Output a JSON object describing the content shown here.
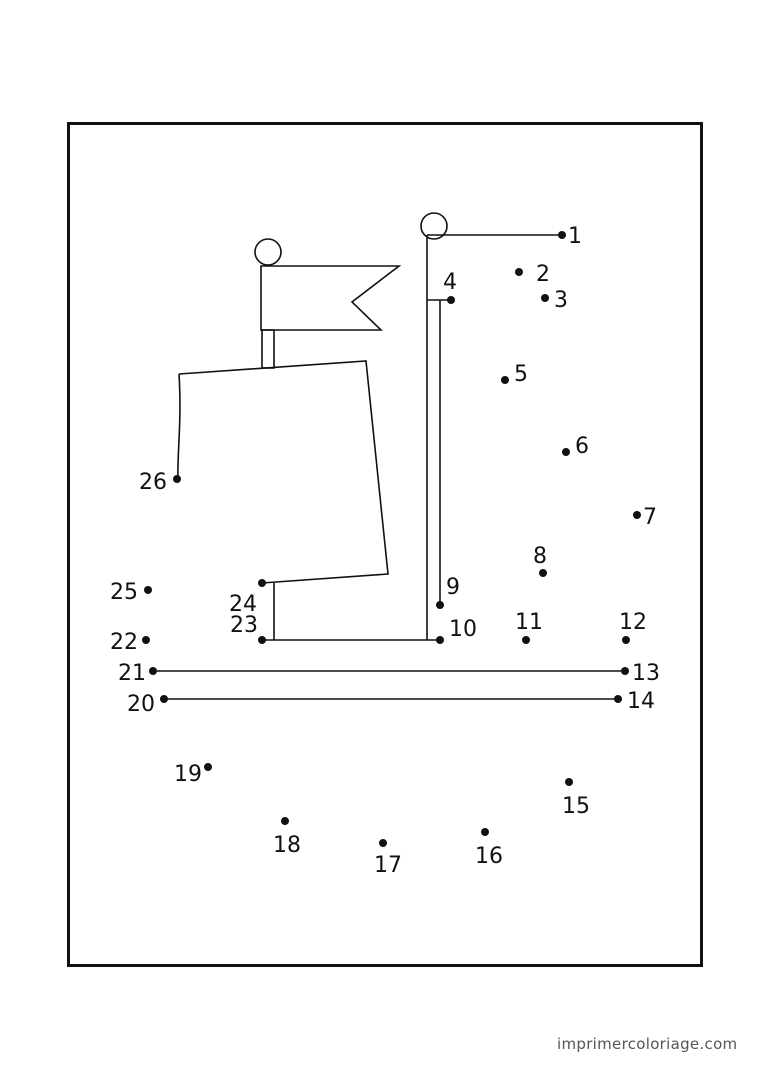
{
  "colors": {
    "ink": "#111111",
    "paper": "#ffffff",
    "footer": "#555555"
  },
  "footer": {
    "site": "imprimercoloriage.com"
  },
  "puzzle": {
    "numbers": [
      "1",
      "2",
      "3",
      "4",
      "5",
      "6",
      "7",
      "8",
      "9",
      "10",
      "11",
      "12",
      "13",
      "14",
      "15",
      "16",
      "17",
      "18",
      "19",
      "20",
      "21",
      "22",
      "23",
      "24",
      "25",
      "26"
    ]
  }
}
